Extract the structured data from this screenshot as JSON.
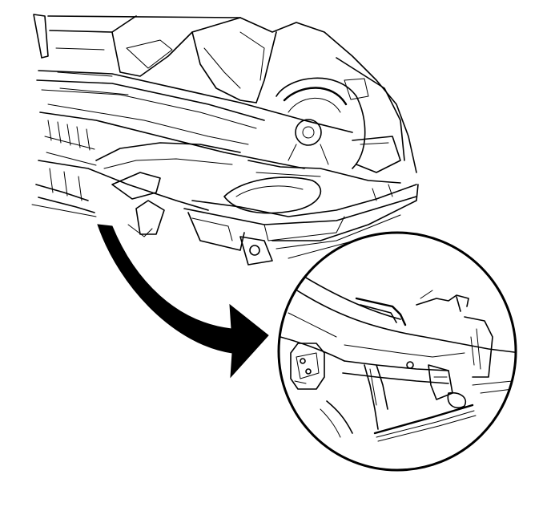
{
  "figure": {
    "background_color": "#ffffff",
    "line_color": "#000000",
    "views": [
      {
        "id": "vehicle-underbody-view",
        "kind": "overview"
      },
      {
        "id": "detail-view",
        "kind": "magnified-circle"
      }
    ],
    "callout": {
      "kind": "curved-arrow",
      "from": "vehicle-underbody-view",
      "to": "detail-view"
    }
  }
}
